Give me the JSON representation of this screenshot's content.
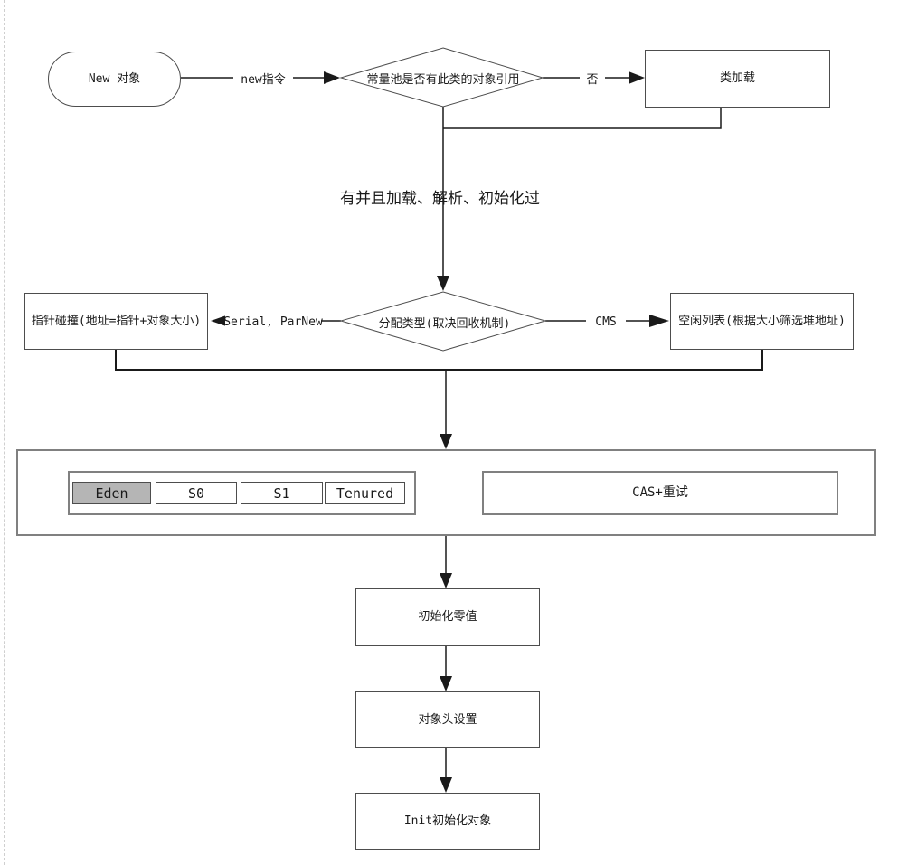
{
  "diagram": {
    "nodes": {
      "start": "New 对象",
      "constant_pool_check": "常量池是否有此类的对象引用",
      "class_load": "类加载",
      "alloc_type": "分配类型(取决回收机制)",
      "pointer_bump": "指针碰撞(地址=指针+对象大小)",
      "free_list": "空闲列表(根据大小筛选堆地址)",
      "eden": "Eden",
      "s0": "S0",
      "s1": "S1",
      "tenured": "Tenured",
      "cas_retry": "CAS+重试",
      "init_zero": "初始化零值",
      "object_header": "对象头设置",
      "init_object": "Init初始化对象"
    },
    "edges": {
      "new_instruction": "new指令",
      "no": "否",
      "loaded_parsed_initialized": "有并且加载、解析、初始化过",
      "serial_parnew": "Serial, ParNew",
      "cms": "CMS"
    },
    "colors": {
      "eden_fill": "#b5b5b5",
      "line": "#1a1a1a",
      "node_border": "#4d4d4d",
      "container_border": "#808080",
      "background": "#ffffff"
    }
  }
}
